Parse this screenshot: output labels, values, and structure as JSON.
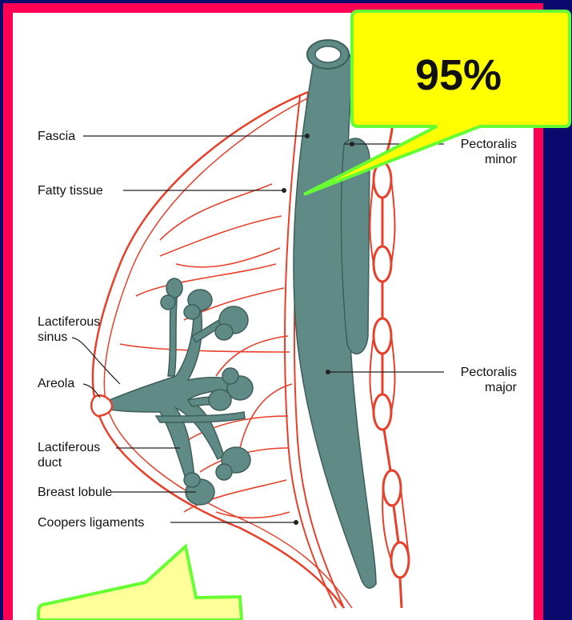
{
  "labels": {
    "fascia": "Fascia",
    "fatty_tissue": "Fatty tissue",
    "pectoralis_minor_1": "Pectoralis",
    "pectoralis_minor_2": "minor",
    "lactiferous_sinus_1": "Lactiferous",
    "lactiferous_sinus_2": "sinus",
    "areola": "Areola",
    "pectoralis_major_1": "Pectoralis",
    "pectoralis_major_2": "major",
    "lactiferous_duct_1": "Lactiferous",
    "lactiferous_duct_2": "duct",
    "breast_lobule": "Breast lobule",
    "coopers_ligaments": "Coopers ligaments"
  },
  "callout": {
    "text": "95%"
  },
  "colors": {
    "background": "#0a0a6e",
    "frame": "#ff0055",
    "tissue_red": "#e8402a",
    "muscle": "#5f8a86",
    "callout_fill": "#ffff00",
    "callout_border": "#66ff33",
    "note_fill": "#ffff99"
  }
}
